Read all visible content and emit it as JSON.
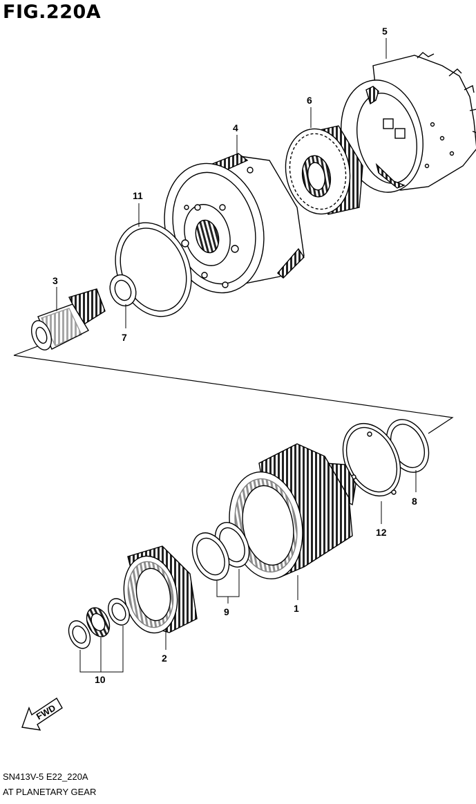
{
  "figure": {
    "title": "FIG.220A",
    "code": "SN413V-5 E22_220A",
    "name": "AT PLANETARY GEAR"
  },
  "callouts": {
    "c1": "1",
    "c2": "2",
    "c3": "3",
    "c4": "4",
    "c5": "5",
    "c6": "6",
    "c7": "7",
    "c8": "8",
    "c9": "9",
    "c10": "10",
    "c11": "11",
    "c12": "12"
  },
  "fwd": {
    "label": "FWD"
  }
}
